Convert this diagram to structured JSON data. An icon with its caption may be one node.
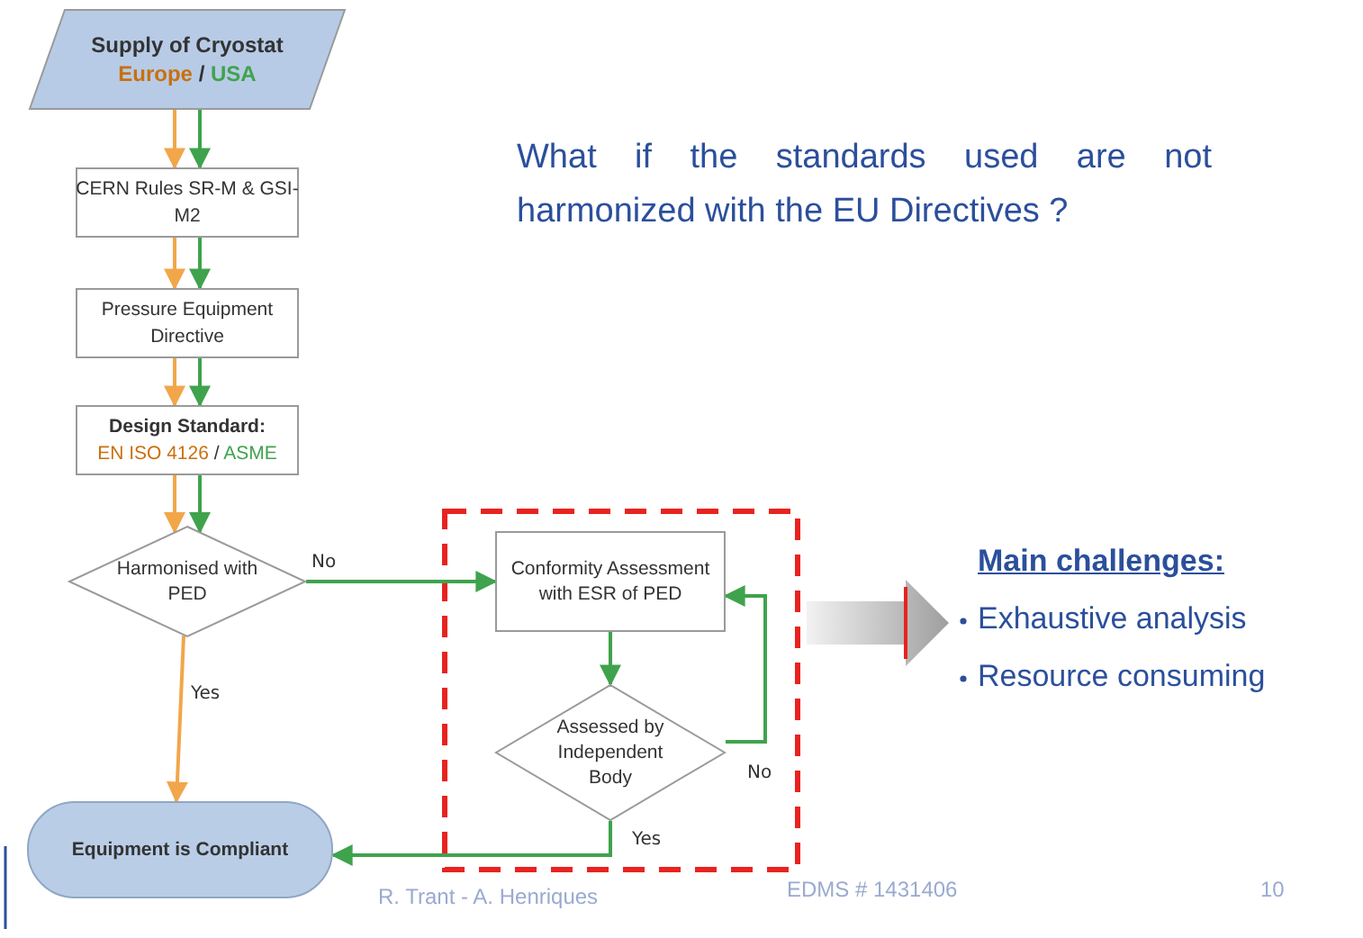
{
  "diagram": {
    "nodes": [
      {
        "text": [
          "Supply of Cryostat",
          "Europe / USA"
        ]
      },
      {
        "text": [
          "CERN Rules SR-M & GSI-M2"
        ]
      },
      {
        "text": [
          "Pressure Equipment Directive"
        ]
      },
      {
        "text": [
          "Design Standard:",
          "EN ISO 4126 / ASME"
        ]
      },
      {
        "text": [
          "Harmonised with PED"
        ]
      },
      {
        "text": [
          "Equipment is Compliant"
        ]
      },
      {
        "text": [
          "Conformity Assessment with ESR of PED"
        ]
      },
      {
        "text": [
          "Assessed by Independent Body"
        ]
      }
    ],
    "edges": [
      {
        "from": 0,
        "to": 1,
        "arrow": "to",
        "color": "#f2a64a"
      },
      {
        "from": 0,
        "to": 1,
        "arrow": "to"
      },
      {
        "from": 1,
        "to": 2,
        "arrow": "to",
        "color": "#f2a64a"
      },
      {
        "from": 1,
        "to": 2,
        "arrow": "to"
      },
      {
        "from": 2,
        "to": 3,
        "arrow": "to",
        "color": "#f2a64a"
      },
      {
        "from": 2,
        "to": 3,
        "arrow": "to"
      },
      {
        "from": 3,
        "to": 4,
        "arrow": "to",
        "color": "#f2a64a"
      },
      {
        "from": 3,
        "to": 4,
        "arrow": "to"
      },
      {
        "from": 4,
        "to": 6,
        "label": "No",
        "arrow": "to"
      },
      {
        "from": 4,
        "to": 5,
        "label": "Yes",
        "arrow": "to",
        "color": "#f2a64a"
      },
      {
        "from": 6,
        "to": 7,
        "arrow": "to"
      },
      {
        "from": 7,
        "to": 6,
        "label": "No",
        "arrow": "to"
      },
      {
        "from": 7,
        "to": 5,
        "label": "Yes",
        "arrow": "to"
      }
    ],
    "labels": [
      "What if the standards used are not harmonized with the EU Directives ?",
      "Main challenges:",
      "Exhaustive analysis",
      "Resource consuming",
      "R. Trant  -  A. Henriques",
      "EDMS # 1431406",
      "10"
    ]
  }
}
